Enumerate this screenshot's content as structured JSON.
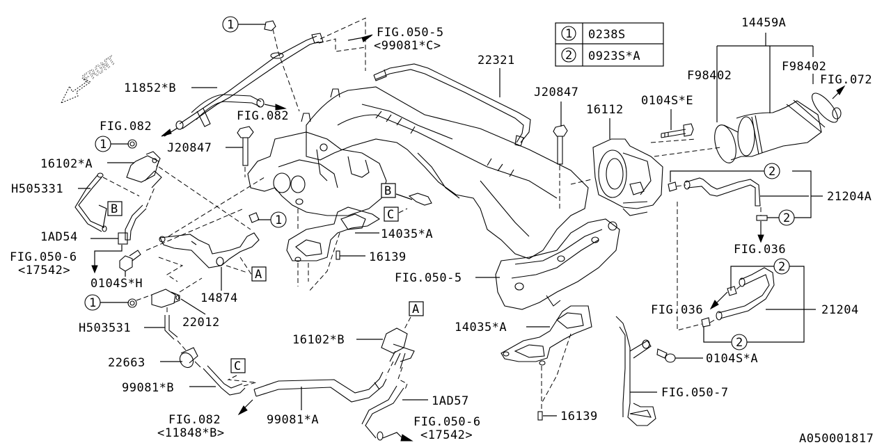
{
  "diagram_id": "A050001817",
  "front_label": "FRONT",
  "legend": [
    {
      "key": "1",
      "part": "0238S"
    },
    {
      "key": "2",
      "part": "0923S*A"
    }
  ],
  "callouts": {
    "fig050_5_c": {
      "fig": "FIG.050-5",
      "ref": "<99081*C>"
    },
    "fig082_upper": "FIG.082",
    "fig082_left": "FIG.082",
    "fig050_6_left": {
      "fig": "FIG.050-6",
      "ref": "<17542>"
    },
    "fig082_bottom": {
      "fig": "FIG.082",
      "ref": "<11848*B>"
    },
    "fig050_6_bottom": {
      "fig": "FIG.050-6",
      "ref": "<17542>"
    },
    "fig050_5_mid": "FIG.050-5",
    "fig050_7": "FIG.050-7",
    "fig036_upper": "FIG.036",
    "fig036_lower": "FIG.036",
    "fig072": "FIG.072"
  },
  "parts": {
    "p11852b": "11852*B",
    "p22321": "22321",
    "pj20847_left": "J20847",
    "pj20847_right": "J20847",
    "p16112": "16112",
    "p0104se": "0104S*E",
    "p14459a": "14459A",
    "pf98402_left": "F98402",
    "pf98402_right": "F98402",
    "p16102a": "16102*A",
    "ph505331": "H505331",
    "p1ad54": "1AD54",
    "p0104sh": "0104S*H",
    "p14874": "14874",
    "p22012": "22012",
    "ph503531": "H503531",
    "p22663": "22663",
    "p99081b": "99081*B",
    "p99081a": "99081*A",
    "p16102b": "16102*B",
    "p1ad57": "1AD57",
    "p14035a_upper": "14035*A",
    "p16139_upper": "16139",
    "p14035a_lower": "14035*A",
    "p16139_lower": "16139",
    "p21204a": "21204A",
    "p21204": "21204",
    "p0104sa": "0104S*A"
  },
  "ref_letters": {
    "a_left": "A",
    "a_bottom": "A",
    "b_left": "B",
    "b_mid": "B",
    "c_mid": "C",
    "c_bottom": "C"
  },
  "circle_keys": {
    "one": "1",
    "two": "2"
  }
}
